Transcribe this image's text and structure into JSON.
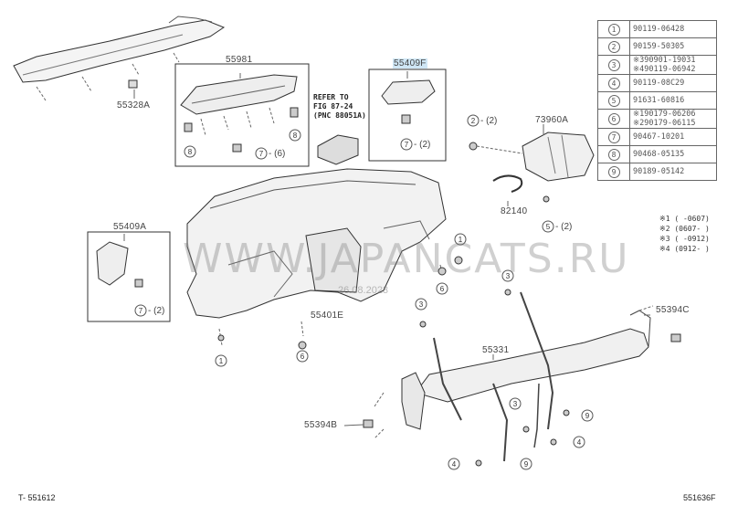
{
  "parts": {
    "p55981": "55981",
    "p55409F": "55409F",
    "p55328A": "55328A",
    "p73960A": "73960A",
    "p82140": "82140",
    "p55409A": "55409A",
    "p55401E": "55401E",
    "p55331": "55331",
    "p55394C": "55394C",
    "p55394B": "55394B"
  },
  "refer": {
    "line1": "REFER TO",
    "line2": "FIG 87-24",
    "line3": "(PNC 88051A)"
  },
  "callouts": {
    "c7_6": "(6)",
    "c7_2_top": "(2)",
    "c2_2": "(2)",
    "c5_2": "(2)",
    "c7_2_left": "(2)"
  },
  "legend": [
    {
      "num": "1",
      "codes": [
        "90119-06428"
      ]
    },
    {
      "num": "2",
      "codes": [
        "90159-50305"
      ]
    },
    {
      "num": "3",
      "codes": [
        "※390901-19031",
        "※490119-06942"
      ]
    },
    {
      "num": "4",
      "codes": [
        "90119-08C29"
      ]
    },
    {
      "num": "5",
      "codes": [
        "91631-60816"
      ]
    },
    {
      "num": "6",
      "codes": [
        "※190179-06206",
        "※290179-06115"
      ]
    },
    {
      "num": "7",
      "codes": [
        "90467-10201"
      ]
    },
    {
      "num": "8",
      "codes": [
        "90468-05135"
      ]
    },
    {
      "num": "9",
      "codes": [
        "90189-05142"
      ]
    }
  ],
  "notes": [
    "※1 (   -0607)",
    "※2 (0607-   )",
    "※3 (   -0912)",
    "※4 (0912-   )"
  ],
  "watermark": {
    "text": "WWW.JAPANCATS.RU",
    "date": "26.08.2023"
  },
  "footer": {
    "left": "T- 551612",
    "right": "551636F"
  }
}
